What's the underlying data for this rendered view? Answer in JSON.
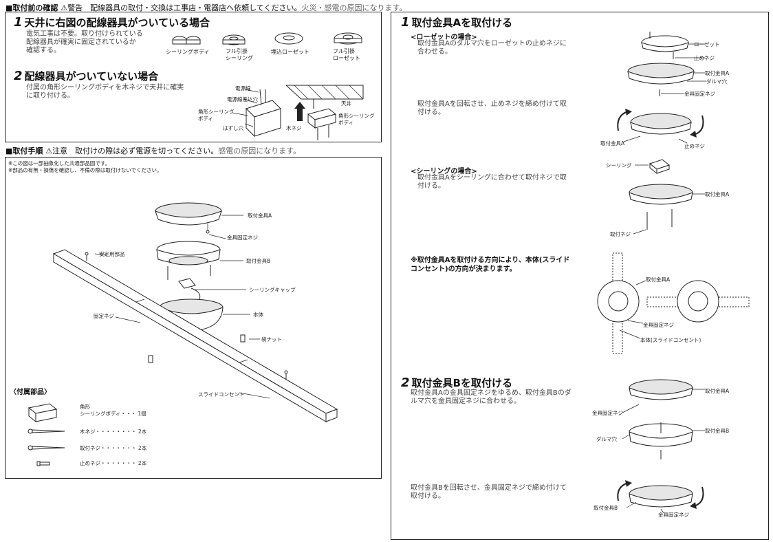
{
  "top_section": {
    "heading": "■取付前の確認",
    "warning": "⚠警告　配線器具の取付・交換は工事店・電器店へ依頼してください。",
    "warning_tail": "火災・感電の原因になります。",
    "case1_num": "1",
    "case1_title": "天井に右図の配線器具がついている場合",
    "case1_text": [
      "電気工事は不要。取り付けられている",
      "配線器具が確実に固定されているか",
      "確認する。"
    ],
    "fixtures": [
      "シーリングボディ",
      "フル引掛\nシーリング",
      "埋込ローゼット",
      "フル引掛\nローゼット"
    ],
    "case2_num": "2",
    "case2_title": "配線器具がついていない場合",
    "case2_text": [
      "付属の角形シーリングボディを木ネジで天井に確実",
      "に取り付ける。"
    ],
    "labels": {
      "power_line": "電源線",
      "power_hole": "電源線差込穴",
      "body": "角形シーリング\nボディ",
      "release_hole": "はずし穴",
      "ceiling": "天井",
      "body2": "角形シーリング\nボディ",
      "wood_screw": "木ネジ"
    }
  },
  "procedure": {
    "heading": "■取付手順",
    "caution": "⚠注意　取付けの際は必ず電源を切ってください。",
    "caution_tail": "感電の原因になります。",
    "notes": [
      "※この図は一部抽象化した共通部品図です。",
      "※部品の有無・損傷を確認し、不備の際は取付けないでください。"
    ],
    "labels": {
      "bracket_a": "取付金具A",
      "fix_screw": "金具固定ネジ",
      "bracket_b": "取付金具B",
      "safety": "安定用部品",
      "ceiling_cap": "シーリングキャップ",
      "main_body": "本体",
      "fixing_screw": "固定ネジ",
      "bag_nut": "袋ナット",
      "slide_outlet": "スライドコンセント"
    },
    "accessories_title": "〈付属部品〉",
    "accessories": [
      {
        "name": "角形\nシーリングボディ・・・ 1個"
      },
      {
        "name": "木ネジ・・・・・・・・ 2本"
      },
      {
        "name": "取付ネジ・・・・・・・ 2本"
      },
      {
        "name": "止めネジ・・・・・・・ 2本"
      }
    ]
  },
  "right": {
    "step1_num": "1",
    "step1_title": "取付金具Aを取付ける",
    "rosette_title": "<ローゼットの場合>",
    "rosette_text": [
      "取付金具Aのダルマ穴をローゼットの止めネジに",
      "合わせる。"
    ],
    "rosette_labels": {
      "rosette": "ローゼット",
      "stop_screw": "止めネジ",
      "bracket_a": "取付金具A",
      "daruma": "ダルマ穴",
      "fix_screw": "金具固定ネジ"
    },
    "rotate_text": [
      "取付金具Aを回転させ、止めネジを締め付けて取",
      "付ける。"
    ],
    "rotate_labels": {
      "bracket_a": "取付金具A",
      "stop_screw": "止めネジ"
    },
    "ceiling_title": "<シーリングの場合>",
    "ceiling_text": [
      "取付金具Aをシーリングに合わせて取付ネジで取",
      "付ける。"
    ],
    "ceiling_labels": {
      "ceiling": "シーリング",
      "bracket_a": "取付金具A",
      "mount_screw": "取付ネジ"
    },
    "direction_note": [
      "※取付金具Aを取付ける方向により、本体(スライド",
      "コンセント)の方向が決まります。"
    ],
    "direction_labels": {
      "bracket_a": "取付金具A",
      "fix_screw": "金具固定ネジ",
      "main_body": "本体(スライドコンセント)"
    },
    "step2_num": "2",
    "step2_title": "取付金具Bを取付ける",
    "step2_text": [
      "取付金具Aの金具固定ネジをゆるめ、取付金具Bのダ",
      "ルマ穴を金具固定ネジに合わせる。"
    ],
    "step2_labels": {
      "bracket_a": "取付金具A",
      "fix_screw": "金具固定ネジ",
      "bracket_b": "取付金具B",
      "daruma": "ダルマ穴"
    },
    "step2_rotate_text": [
      "取付金具Bを回転させ、金具固定ネジで締め付けて",
      "取付ける。"
    ],
    "step2_rotate_labels": {
      "bracket_b": "取付金具B",
      "fix_screw": "金具固定ネジ"
    }
  }
}
